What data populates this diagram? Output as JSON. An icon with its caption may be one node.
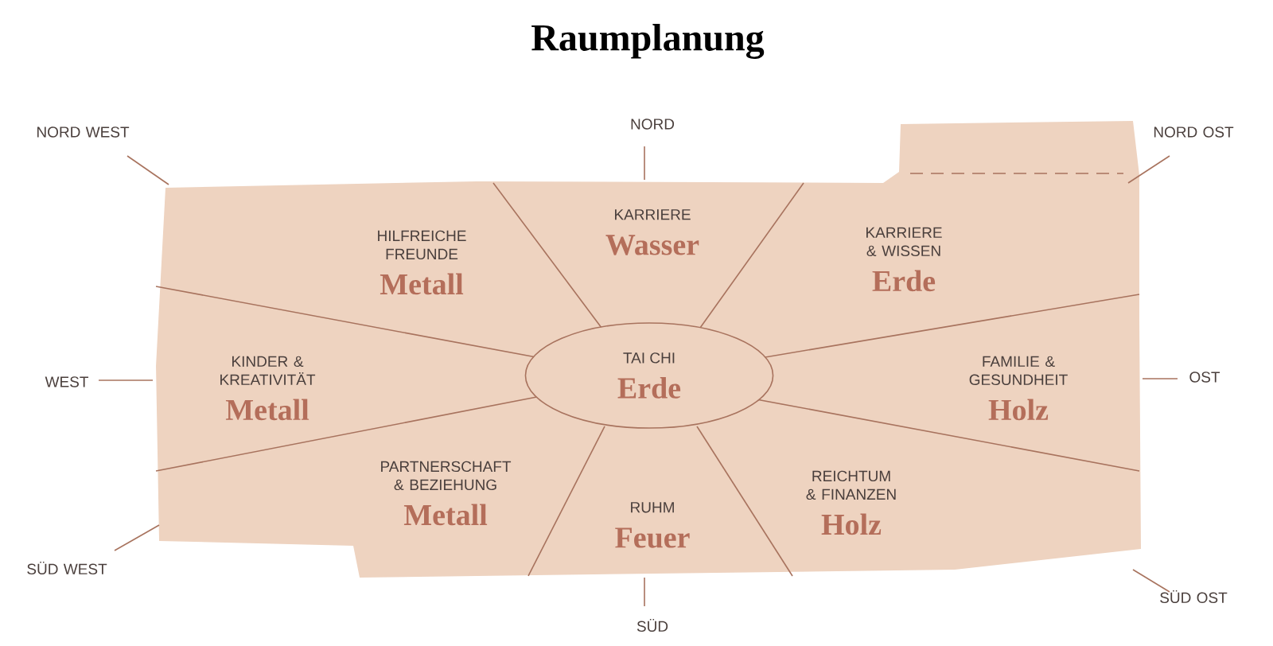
{
  "diagram": {
    "title": "Raumplanung",
    "nodes": [
      {
        "text": [
          "HILFREICHE FREUNDE",
          "Metall"
        ]
      },
      {
        "text": [
          "KARRIERE",
          "Wasser"
        ]
      },
      {
        "text": [
          "KARRIERE & WISSEN",
          "Erde"
        ]
      },
      {
        "text": [
          "KINDER & KREATIVITÄT",
          "Metall"
        ]
      },
      {
        "text": [
          "TAI CHI",
          "Erde"
        ]
      },
      {
        "text": [
          "FAMILIE & GESUNDHEIT",
          "Holz"
        ]
      },
      {
        "text": [
          "PARTNERSCHAFT & BEZIEHUNG",
          "Metall"
        ]
      },
      {
        "text": [
          "RUHM",
          "Feuer"
        ]
      },
      {
        "text": [
          "REICHTUM & FINANZEN",
          "Holz"
        ]
      }
    ],
    "labels": [
      "NORD WEST",
      "NORD",
      "NORD OST",
      "WEST",
      "OST",
      "SÜD WEST",
      "SÜD",
      "SÜD OST"
    ]
  }
}
